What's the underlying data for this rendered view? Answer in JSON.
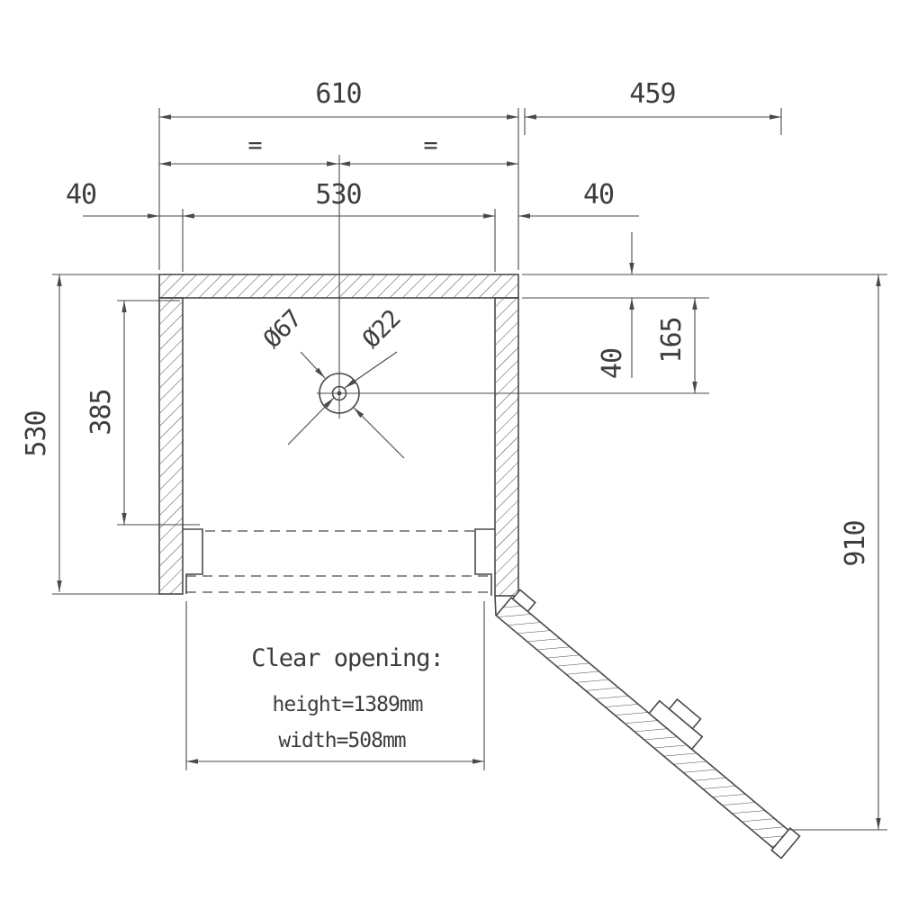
{
  "drawing": {
    "type": "technical-section-drawing",
    "line_color": "#4a4a4a",
    "text_color": "#3d3d3d",
    "background_color": "#ffffff",
    "dims": {
      "top_width": "610",
      "door_reach": "459",
      "equal_left": "=",
      "equal_right": "=",
      "opening_width": "530",
      "wall_left": "40",
      "wall_right": "40",
      "hole_outer": "Ø67",
      "hole_inner": "Ø22",
      "inner_depth": "385",
      "left_height": "530",
      "hole_top_offset": "165",
      "wall_top": "40",
      "overall_height": "910"
    },
    "notes": {
      "clear_opening_title": "Clear opening:",
      "clear_opening_height": "height=1389mm",
      "clear_opening_width": "width=508mm"
    }
  }
}
